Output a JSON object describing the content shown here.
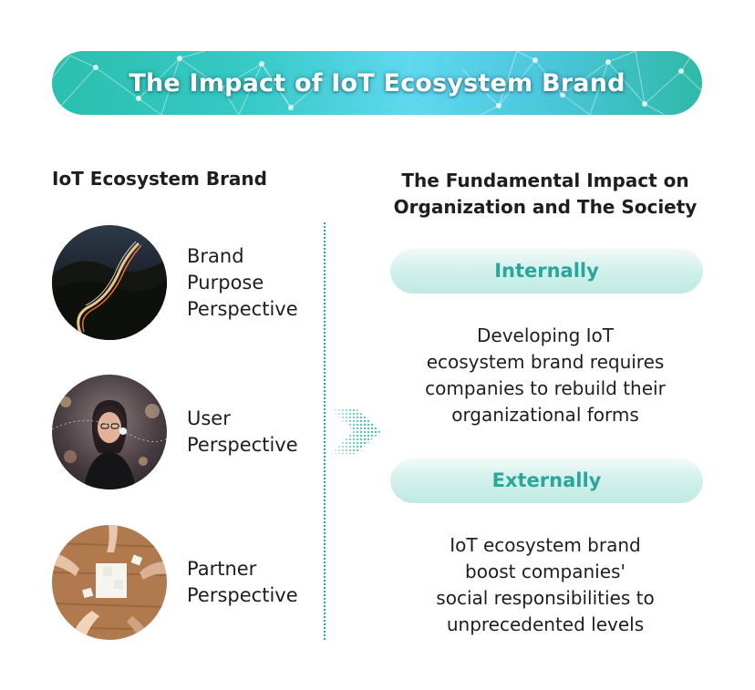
{
  "banner": {
    "title": "The Impact of IoT Ecosystem Brand"
  },
  "left": {
    "heading": "IoT Ecosystem Brand",
    "items": [
      {
        "image": "night-road-light-trails-photo",
        "lines": [
          "Brand",
          "Purpose",
          "Perspective"
        ]
      },
      {
        "image": "woman-with-phone-photo",
        "lines": [
          "User",
          "Perspective"
        ]
      },
      {
        "image": "hands-with-puzzle-pieces-photo",
        "lines": [
          "Partner",
          "Perspective"
        ]
      }
    ]
  },
  "right": {
    "heading_lines": [
      "The Fundamental Impact on",
      "Organization and The Society"
    ],
    "sections": [
      {
        "label": "Internally",
        "lines": [
          "Developing IoT",
          "ecosystem brand requires",
          "companies to rebuild their",
          "organizational forms"
        ]
      },
      {
        "label": "Externally",
        "lines": [
          "IoT ecosystem brand",
          "boost companies'",
          "social responsibilities to",
          "unprecedented levels"
        ]
      }
    ]
  },
  "colors": {
    "accent": "#2aa79a",
    "banner_start": "#2bbfae",
    "banner_mid": "#5fd8f0",
    "pill_fill": "#d4f1ec",
    "text": "#1e1e1e"
  },
  "icons": {
    "arrow": "chevron-right-dotted-icon"
  }
}
